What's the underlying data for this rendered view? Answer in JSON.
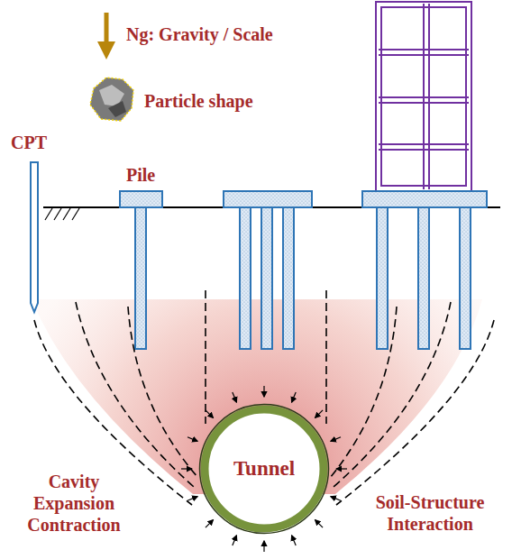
{
  "diagram": {
    "nodes": [
      {
        "text": [
          "Tunnel"
        ]
      }
    ],
    "labels": [
      "Ng: Gravity / Scale",
      "Particle shape",
      "CPT",
      "Pile",
      "Cavity Expansion Contraction",
      "Soil-Structure Interaction"
    ]
  }
}
